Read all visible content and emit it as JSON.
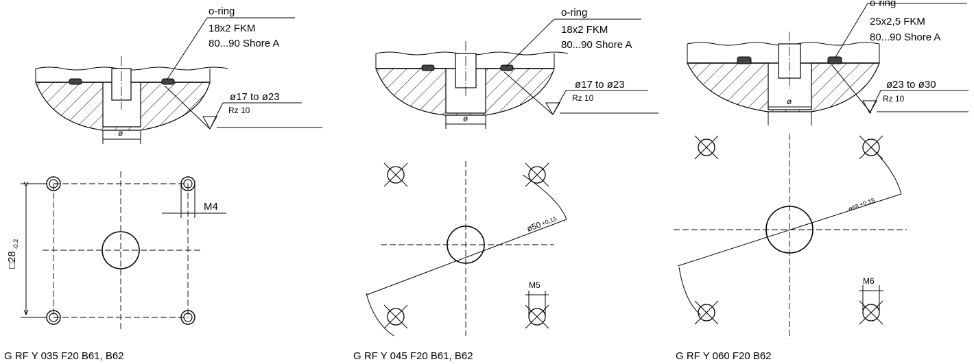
{
  "drawings": [
    {
      "oring_label": "o-ring",
      "oring_size": "18x2 FKM",
      "oring_hardness": "80...90 Shore A",
      "diameter_range": "ø17 to ø23",
      "roughness": "Rz 10",
      "shaft_dim": "ø",
      "square_dim": "□28",
      "square_tol": "-0,2",
      "thread": "M4",
      "caption": "G RF Y 035 F20 B61, B62"
    },
    {
      "oring_label": "o-ring",
      "oring_size": "18x2 FKM",
      "oring_hardness": "80...90 Shore A",
      "diameter_range": "ø17 to ø23",
      "roughness": "Rz 10",
      "shaft_dim": "ø",
      "pitch_dim": "ø50",
      "pitch_tol": "+0,15",
      "thread": "M5",
      "caption": "G RF Y 045 F20 B61, B62"
    },
    {
      "oring_label": "o-ring",
      "oring_size": "25x2,5 FKM",
      "oring_hardness": "80...90 Shore A",
      "diameter_range": "ø23 to ø30",
      "roughness": "Rz 10",
      "shaft_dim": "ø",
      "pitch_dim": "ø68",
      "pitch_tol": "+0,15",
      "thread": "M6",
      "caption": "G RF Y 060 F20 B62"
    }
  ]
}
